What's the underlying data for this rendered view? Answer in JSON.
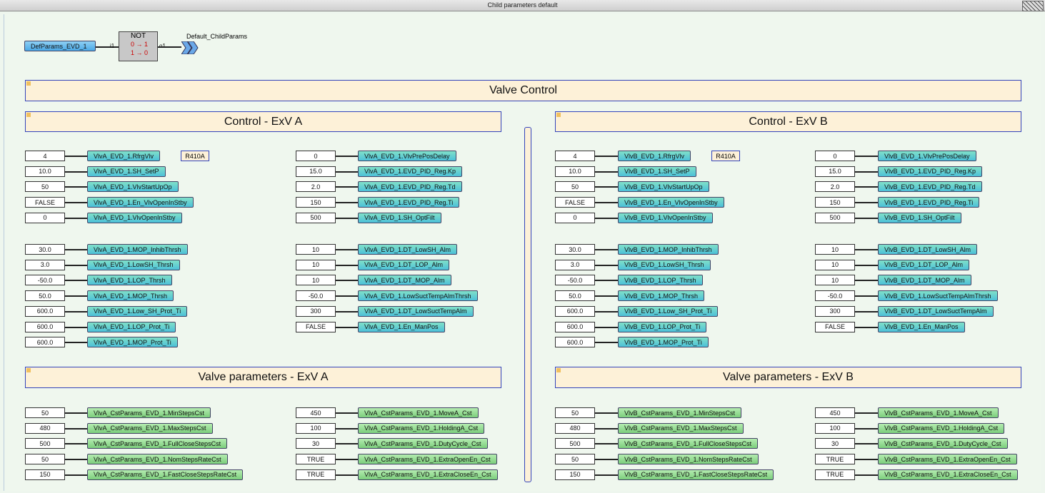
{
  "window": {
    "title": "Child parameters default"
  },
  "top": {
    "input_var": "DefParams_EVD_1",
    "not_label": "NOT",
    "pin_in": "i1",
    "pin_out": "o1",
    "output_label": "Default_ChildParams"
  },
  "headers": {
    "main": "Valve Control",
    "control_a": "Control - ExV A",
    "control_b": "Control - ExV B",
    "valve_a": "Valve parameters - ExV A",
    "valve_b": "Valve parameters - ExV B"
  },
  "refrigerant": "R410A",
  "control_a": {
    "g1": [
      {
        "value": "4",
        "var": "VlvA_EVD_1.RfrgVlv"
      },
      {
        "value": "10.0",
        "var": "VlvA_EVD_1.SH_SetP"
      },
      {
        "value": "50",
        "var": "VlvA_EVD_1.VlvStartUpOp"
      },
      {
        "value": "FALSE",
        "var": "VlvA_EVD_1.En_VlvOpenInStby"
      },
      {
        "value": "0",
        "var": "VlvA_EVD_1.VlvOpenInStby"
      }
    ],
    "g2": [
      {
        "value": "0",
        "var": "VlvA_EVD_1.VlvPrePosDelay"
      },
      {
        "value": "15.0",
        "var": "VlvA_EVD_1.EVD_PID_Reg.Kp"
      },
      {
        "value": "2.0",
        "var": "VlvA_EVD_1.EVD_PID_Reg.Td"
      },
      {
        "value": "150",
        "var": "VlvA_EVD_1.EVD_PID_Reg.Ti"
      },
      {
        "value": "500",
        "var": "VlvA_EVD_1.SH_OptFilt"
      }
    ],
    "g3": [
      {
        "value": "30.0",
        "var": "VlvA_EVD_1.MOP_InhibThrsh"
      },
      {
        "value": "3.0",
        "var": "VlvA_EVD_1.LowSH_Thrsh"
      },
      {
        "value": "-50.0",
        "var": "VlvA_EVD_1.LOP_Thrsh"
      },
      {
        "value": "50.0",
        "var": "VlvA_EVD_1.MOP_Thrsh"
      },
      {
        "value": "600.0",
        "var": "VlvA_EVD_1.Low_SH_Prot_Ti"
      },
      {
        "value": "600.0",
        "var": "VlvA_EVD_1.LOP_Prot_Ti"
      },
      {
        "value": "600.0",
        "var": "VlvA_EVD_1.MOP_Prot_Ti"
      }
    ],
    "g4": [
      {
        "value": "10",
        "var": "VlvA_EVD_1.DT_LowSH_Alm"
      },
      {
        "value": "10",
        "var": "VlvA_EVD_1.DT_LOP_Alm"
      },
      {
        "value": "10",
        "var": "VlvA_EVD_1.DT_MOP_Alm"
      },
      {
        "value": "-50.0",
        "var": "VlvA_EVD_1.LowSuctTempAlmThrsh"
      },
      {
        "value": "300",
        "var": "VlvA_EVD_1.DT_LowSuctTempAlm"
      },
      {
        "value": "FALSE",
        "var": "VlvA_EVD_1.En_ManPos"
      }
    ]
  },
  "control_b": {
    "g1": [
      {
        "value": "4",
        "var": "VlvB_EVD_1.RfrgVlv"
      },
      {
        "value": "10.0",
        "var": "VlvB_EVD_1.SH_SetP"
      },
      {
        "value": "50",
        "var": "VlvB_EVD_1.VlvStartUpOp"
      },
      {
        "value": "FALSE",
        "var": "VlvB_EVD_1.En_VlvOpenInStby"
      },
      {
        "value": "0",
        "var": "VlvB_EVD_1.VlvOpenInStby"
      }
    ],
    "g2": [
      {
        "value": "0",
        "var": "VlvB_EVD_1.VlvPrePosDelay"
      },
      {
        "value": "15.0",
        "var": "VlvB_EVD_1.EVD_PID_Reg.Kp"
      },
      {
        "value": "2.0",
        "var": "VlvB_EVD_1.EVD_PID_Reg.Td"
      },
      {
        "value": "150",
        "var": "VlvB_EVD_1.EVD_PID_Reg.Ti"
      },
      {
        "value": "500",
        "var": "VlvB_EVD_1.SH_OptFilt"
      }
    ],
    "g3": [
      {
        "value": "30.0",
        "var": "VlvB_EVD_1.MOP_InhibThrsh"
      },
      {
        "value": "3.0",
        "var": "VlvB_EVD_1.LowSH_Thrsh"
      },
      {
        "value": "-50.0",
        "var": "VlvB_EVD_1.LOP_Thrsh"
      },
      {
        "value": "50.0",
        "var": "VlvB_EVD_1.MOP_Thrsh"
      },
      {
        "value": "600.0",
        "var": "VlvB_EVD_1.Low_SH_Prot_Ti"
      },
      {
        "value": "600.0",
        "var": "VlvB_EVD_1.LOP_Prot_Ti"
      },
      {
        "value": "600.0",
        "var": "VlvB_EVD_1.MOP_Prot_Ti"
      }
    ],
    "g4": [
      {
        "value": "10",
        "var": "VlvB_EVD_1.DT_LowSH_Alm"
      },
      {
        "value": "10",
        "var": "VlvB_EVD_1.DT_LOP_Alm"
      },
      {
        "value": "10",
        "var": "VlvB_EVD_1.DT_MOP_Alm"
      },
      {
        "value": "-50.0",
        "var": "VlvB_EVD_1.LowSuctTempAlmThrsh"
      },
      {
        "value": "300",
        "var": "VlvB_EVD_1.DT_LowSuctTempAlm"
      },
      {
        "value": "FALSE",
        "var": "VlvB_EVD_1.En_ManPos"
      }
    ]
  },
  "valve_a": {
    "g1": [
      {
        "value": "50",
        "var": "VlvA_CstParams_EVD_1.MinStepsCst"
      },
      {
        "value": "480",
        "var": "VlvA_CstParams_EVD_1.MaxStepsCst"
      },
      {
        "value": "500",
        "var": "VlvA_CstParams_EVD_1.FullCloseStepsCst"
      },
      {
        "value": "50",
        "var": "VlvA_CstParams_EVD_1.NomStepsRateCst"
      },
      {
        "value": "150",
        "var": "VlvA_CstParams_EVD_1.FastCloseStepsRateCst"
      }
    ],
    "g2": [
      {
        "value": "450",
        "var": "VlvA_CstParams_EVD_1.MoveA_Cst"
      },
      {
        "value": "100",
        "var": "VlvA_CstParams_EVD_1.HoldingA_Cst"
      },
      {
        "value": "30",
        "var": "VlvA_CstParams_EVD_1.DutyCycle_Cst"
      },
      {
        "value": "TRUE",
        "var": "VlvA_CstParams_EVD_1.ExtraOpenEn_Cst"
      },
      {
        "value": "TRUE",
        "var": "VlvA_CstParams_EVD_1.ExtraCloseEn_Cst"
      }
    ]
  },
  "valve_b": {
    "g1": [
      {
        "value": "50",
        "var": "VlvB_CstParams_EVD_1.MinStepsCst"
      },
      {
        "value": "480",
        "var": "VlvB_CstParams_EVD_1.MaxStepsCst"
      },
      {
        "value": "500",
        "var": "VlvB_CstParams_EVD_1.FullCloseStepsCst"
      },
      {
        "value": "50",
        "var": "VlvB_CstParams_EVD_1.NomStepsRateCst"
      },
      {
        "value": "150",
        "var": "VlvB_CstParams_EVD_1.FastCloseStepsRateCst"
      }
    ],
    "g2": [
      {
        "value": "450",
        "var": "VlvB_CstParams_EVD_1.MoveA_Cst"
      },
      {
        "value": "100",
        "var": "VlvB_CstParams_EVD_1.HoldingA_Cst"
      },
      {
        "value": "30",
        "var": "VlvB_CstParams_EVD_1.DutyCycle_Cst"
      },
      {
        "value": "TRUE",
        "var": "VlvB_CstParams_EVD_1.ExtraOpenEn_Cst"
      },
      {
        "value": "TRUE",
        "var": "VlvB_CstParams_EVD_1.ExtraCloseEn_Cst"
      }
    ]
  }
}
